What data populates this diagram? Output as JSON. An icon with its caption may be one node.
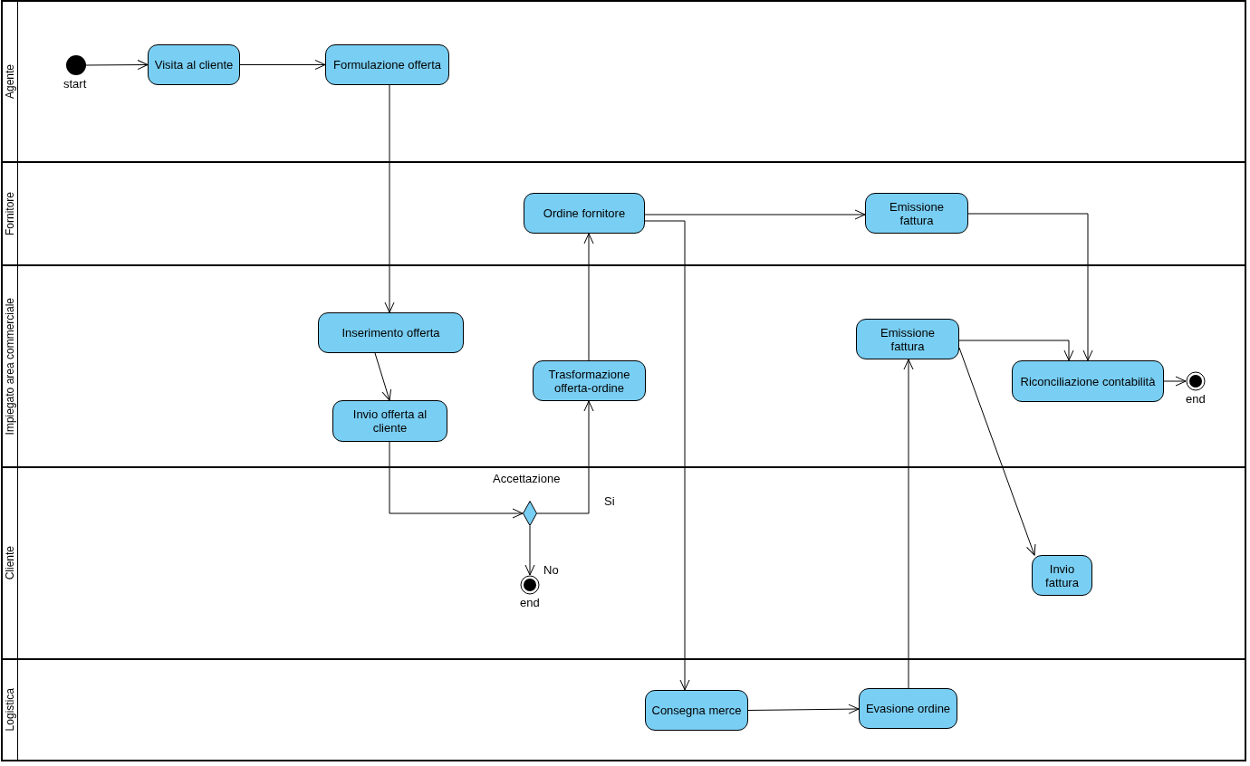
{
  "diagram": {
    "nodes": [
      {
        "text": [
          "Agente"
        ]
      },
      {
        "text": [
          "Fornitore"
        ]
      },
      {
        "text": [
          "Impiegato area commerciale"
        ]
      },
      {
        "text": [
          "Cliente"
        ]
      },
      {
        "text": [
          "Logistica"
        ]
      },
      {
        "text": [],
        "shape": "circle",
        "beside": [
          "start"
        ],
        "in": 0
      },
      {
        "text": [
          "Visita al cliente"
        ],
        "in": 0
      },
      {
        "text": [
          "Formulazione offerta"
        ],
        "in": 0
      },
      {
        "text": [
          "Ordine fornitore"
        ],
        "in": 1
      },
      {
        "text": [
          "Emissione fattura"
        ],
        "in": 1
      },
      {
        "text": [
          "Inserimento offerta"
        ],
        "in": 2
      },
      {
        "text": [
          "Invio offerta al cliente"
        ],
        "in": 2
      },
      {
        "text": [
          "Trasformazione offerta-ordine"
        ],
        "in": 2
      },
      {
        "text": [
          "Emissione fattura"
        ],
        "in": 2
      },
      {
        "text": [
          "Riconciliazione contabilità"
        ],
        "in": 2
      },
      {
        "text": [],
        "shape": "circle",
        "beside": [
          "end"
        ],
        "in": 2
      },
      {
        "text": [],
        "shape": "diamond",
        "beside": [
          "Accettazione"
        ],
        "in": 3
      },
      {
        "text": [],
        "shape": "circle",
        "beside": [
          "end"
        ],
        "in": 3
      },
      {
        "text": [
          "Invio fattura"
        ],
        "in": 3
      },
      {
        "text": [
          "Consegna merce"
        ],
        "in": 4
      },
      {
        "text": [
          "Evasione ordine"
        ],
        "in": 4
      }
    ],
    "edges": [
      {
        "from": 5,
        "to": 6,
        "arrow": "to"
      },
      {
        "from": 6,
        "to": 7,
        "arrow": "to"
      },
      {
        "from": 7,
        "to": 10,
        "arrow": "to"
      },
      {
        "from": 10,
        "to": 11,
        "arrow": "to"
      },
      {
        "from": 11,
        "to": 16,
        "arrow": "to"
      },
      {
        "from": 16,
        "to": 12,
        "arrow": "to",
        "label": "Si"
      },
      {
        "from": 16,
        "to": 17,
        "arrow": "to",
        "label": "No"
      },
      {
        "from": 12,
        "to": 8,
        "arrow": "to"
      },
      {
        "from": 8,
        "to": 9,
        "arrow": "to"
      },
      {
        "from": 8,
        "to": 19,
        "arrow": "to"
      },
      {
        "from": 9,
        "to": 14,
        "arrow": "to"
      },
      {
        "from": 19,
        "to": 20,
        "arrow": "to"
      },
      {
        "from": 20,
        "to": 13,
        "arrow": "to"
      },
      {
        "from": 13,
        "to": 14,
        "arrow": "to"
      },
      {
        "from": 13,
        "to": 18,
        "arrow": "to"
      },
      {
        "from": 14,
        "to": 15,
        "arrow": "to"
      }
    ]
  }
}
